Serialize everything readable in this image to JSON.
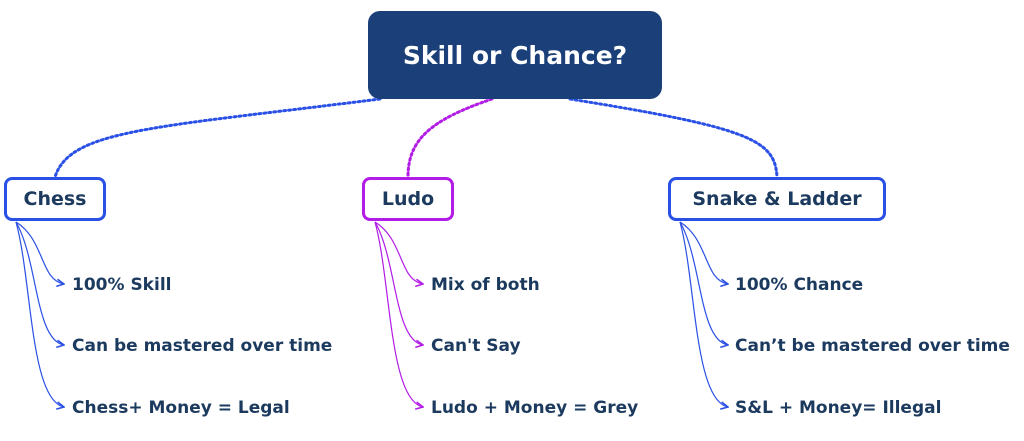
{
  "root": {
    "title": "Skill or Chance?"
  },
  "branches": [
    {
      "label": "Chess",
      "color": "#2a50e6",
      "items": [
        "100% Skill",
        "Can be mastered over time",
        "Chess+ Money = Legal"
      ]
    },
    {
      "label": "Ludo",
      "color": "#b21ce6",
      "items": [
        "Mix of both",
        "Can't Say",
        "Ludo + Money = Grey"
      ]
    },
    {
      "label": "Snake & Ladder",
      "color": "#2a50e6",
      "items": [
        "100% Chance",
        "Can’t be mastered over time",
        "S&L + Money= Illegal"
      ]
    }
  ],
  "colors": {
    "root_bg": "#1b3f78",
    "text": "#1b3a5e"
  }
}
